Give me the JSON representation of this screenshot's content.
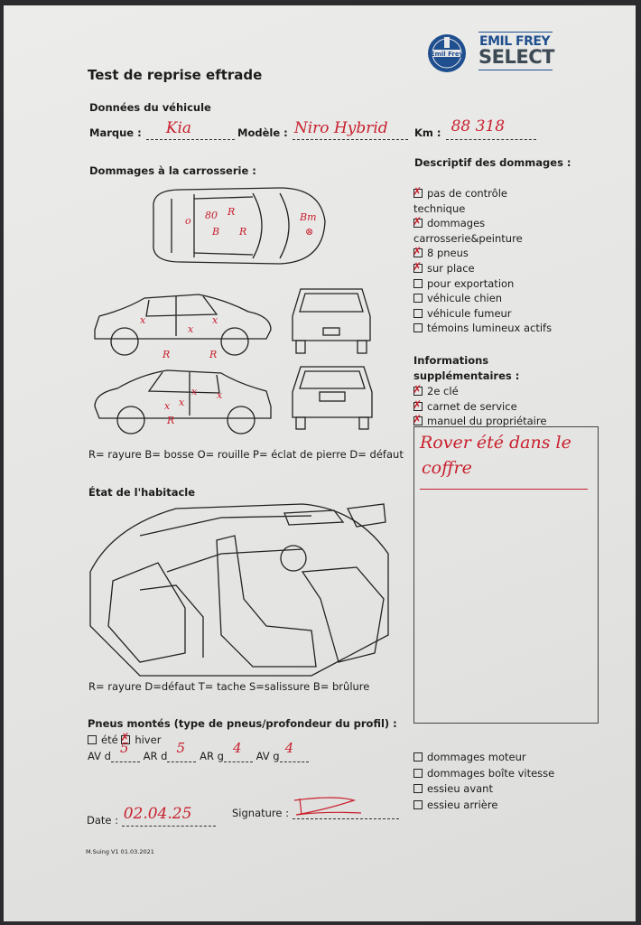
{
  "logo": {
    "brand_top": "EMIL FREY",
    "brand_bottom": "SELECT",
    "seal": "Emil Frey"
  },
  "title": "Test de reprise eftrade",
  "vehicle": {
    "heading": "Données du véhicule",
    "marque_label": "Marque :",
    "marque_value": "Kia",
    "modele_label": "Modèle :",
    "modele_value": "Niro Hybrid",
    "km_label": "Km :",
    "km_value": "88 318"
  },
  "body_damage": {
    "heading": "Dommages à la carrosserie :",
    "legend": "R= rayure B= bosse O= rouille P= éclat de pierre D= défaut"
  },
  "interior": {
    "heading": "État de l'habitacle",
    "legend": "R= rayure D=défaut T= tache S=salissure B= brûlure"
  },
  "tires": {
    "heading": "Pneus montés (type de pneus/profondeur du profil) :",
    "ete_label": "été",
    "ete_checked": false,
    "hiver_label": "hiver",
    "hiver_checked": true,
    "av_d_label": "AV d",
    "av_d_value": "5",
    "ar_d_label": "AR d",
    "ar_d_value": "5",
    "ar_g_label": "AR g",
    "ar_g_value": "4",
    "av_g_label": "AV g",
    "av_g_value": "4"
  },
  "damage_desc": {
    "heading": "Descriptif des dommages :",
    "items": [
      {
        "label": "pas de contrôle",
        "label2": "technique",
        "checked": true
      },
      {
        "label": "dommages",
        "label2": "carrosserie&peinture",
        "checked": true
      },
      {
        "label": "8 pneus",
        "checked": true
      },
      {
        "label": "sur place",
        "checked": true
      },
      {
        "label": "pour exportation",
        "checked": false
      },
      {
        "label": "véhicule chien",
        "checked": false
      },
      {
        "label": "véhicule fumeur",
        "checked": false
      },
      {
        "label": "témoins lumineux actifs",
        "checked": false
      }
    ]
  },
  "extra_info": {
    "heading1": "Informations",
    "heading2": "supplémentaires :",
    "items": [
      {
        "label": "2e clé",
        "checked": true
      },
      {
        "label": "carnet de service",
        "checked": true
      },
      {
        "label": "manuel du propriétaire",
        "checked": true
      }
    ],
    "notes_line1": "Rover été dans le",
    "notes_line2": "coffre"
  },
  "mechanical": {
    "items": [
      {
        "label": "dommages moteur",
        "checked": false
      },
      {
        "label": "dommages boîte vitesse",
        "checked": false
      },
      {
        "label": "essieu avant",
        "checked": false
      },
      {
        "label": "essieu arrière",
        "checked": false
      }
    ]
  },
  "footer": {
    "date_label": "Date :",
    "date_value": "02.04.25",
    "signature_label": "Signature :",
    "version": "M.Suing V1 01.03.2021"
  },
  "colors": {
    "ink": "#c8202e",
    "logo_blue": "#1f4f8f",
    "logo_gray": "#3d4a55"
  }
}
